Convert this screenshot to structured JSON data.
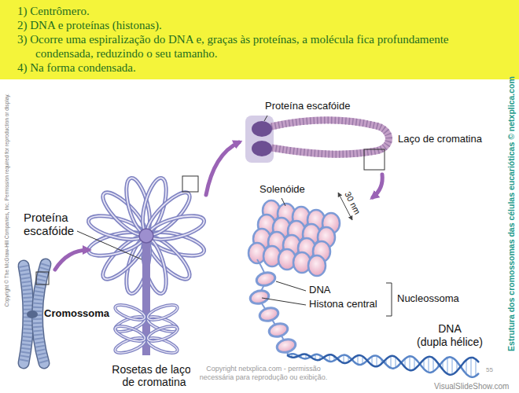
{
  "diagram": {
    "nodes": [
      {
        "text": [
          "1) Centrômero.",
          "2) DNA e proteínas (histonas).",
          "3) Ocorre uma espiralização do DNA e, graças às proteínas, a molécula fica profundamente condensada, reduzindo o seu tamanho.",
          "4) Na forma condensada."
        ]
      }
    ],
    "labels": [
      "Proteína escafóide",
      "Laço de cromatina",
      "Solenóide",
      "30 nm",
      "Proteína escafóide",
      "DNA",
      "Histona central",
      "Nucleossoma",
      "DNA",
      "(dupla hélice)",
      "Cromossoma",
      "Rosetas de laços de cromatina",
      "Copyright netxplica.com - permissão necessária para reprodução ou exibição.",
      "55",
      "VisualSlideShow.com",
      "Estrutura dos cromossomas das células eucarióticas © netxplica.com",
      "Copyright © The McGraw-Hill Companies, Inc. Permission required for reproduction or display."
    ]
  }
}
